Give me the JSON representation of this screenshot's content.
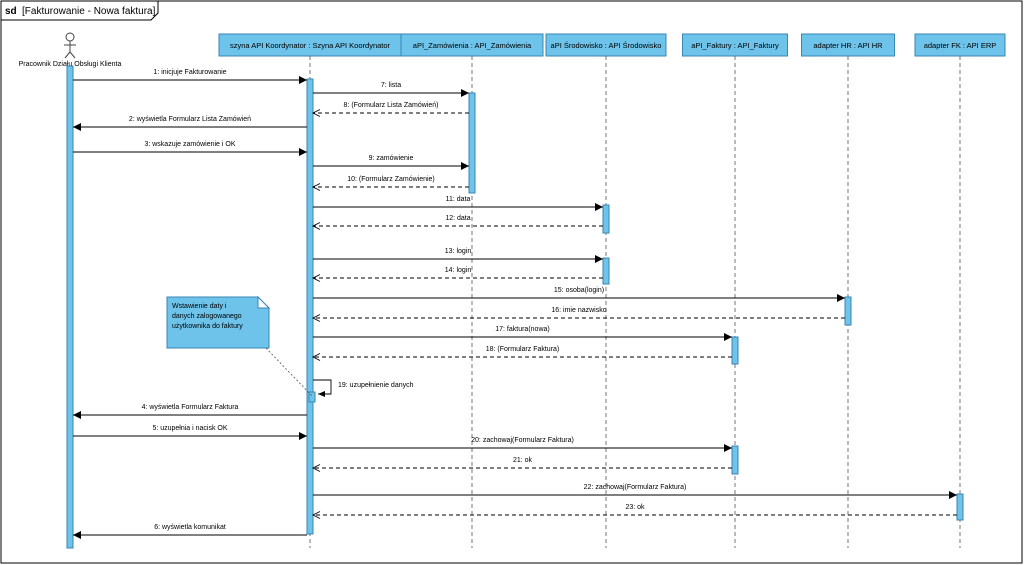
{
  "frame": {
    "keyword": "sd",
    "title": "[Fakturowanie - Nowa faktura]"
  },
  "actor": {
    "label": "Pracownik Działu Obsługi Klienta",
    "icon": "stick-figure-icon"
  },
  "participants": [
    "szyna API Koordynator : Szyna API Koordynator",
    "aPI_Zamówienia : API_Zamówienia",
    "aPI Środowisko : API Środowisko",
    "aPI_Faktury : API_Faktury",
    "adapter HR : API HR",
    "adapter FK : API ERP"
  ],
  "messages": [
    {
      "label": "1: inicjuje Fakturowanie",
      "from": "actor",
      "to": 1,
      "kind": "call"
    },
    {
      "label": "7: lista",
      "from": 1,
      "to": 2,
      "kind": "call"
    },
    {
      "label": "8: (Formularz Lista Zamówień)",
      "from": 2,
      "to": 1,
      "kind": "return"
    },
    {
      "label": "2: wyświetla Formularz Lista Zamówień",
      "from": 1,
      "to": "actor",
      "kind": "call"
    },
    {
      "label": "3: wskazuje zamówienie i OK",
      "from": "actor",
      "to": 1,
      "kind": "call"
    },
    {
      "label": "9: zamówienie",
      "from": 1,
      "to": 2,
      "kind": "call"
    },
    {
      "label": "10: (Formularz Zamówienie)",
      "from": 2,
      "to": 1,
      "kind": "return"
    },
    {
      "label": "11: data",
      "from": 1,
      "to": 3,
      "kind": "call"
    },
    {
      "label": "12: data",
      "from": 3,
      "to": 1,
      "kind": "return"
    },
    {
      "label": "13: login",
      "from": 1,
      "to": 3,
      "kind": "call"
    },
    {
      "label": "14: login",
      "from": 3,
      "to": 1,
      "kind": "return"
    },
    {
      "label": "15: osoba(login)",
      "from": 1,
      "to": 5,
      "kind": "call"
    },
    {
      "label": "16: imie nazwisko",
      "from": 5,
      "to": 1,
      "kind": "return"
    },
    {
      "label": "17: faktura(nowa)",
      "from": 1,
      "to": 4,
      "kind": "call"
    },
    {
      "label": "18: (Formularz Faktura)",
      "from": 4,
      "to": 1,
      "kind": "return"
    },
    {
      "label": "19: uzupełnienie danych",
      "from": 1,
      "to": 1,
      "kind": "self"
    },
    {
      "label": "4: wyświetla Formularz Faktura",
      "from": 1,
      "to": "actor",
      "kind": "call"
    },
    {
      "label": "5: uzupełnia i nacisk OK",
      "from": "actor",
      "to": 1,
      "kind": "call"
    },
    {
      "label": "20: zachowaj(Formularz Faktura)",
      "from": 1,
      "to": 4,
      "kind": "call"
    },
    {
      "label": "21: ok",
      "from": 4,
      "to": 1,
      "kind": "return"
    },
    {
      "label": "22: zachowaj(Formularz Faktura)",
      "from": 1,
      "to": 6,
      "kind": "call"
    },
    {
      "label": "23: ok",
      "from": 6,
      "to": 1,
      "kind": "return"
    },
    {
      "label": "6: wyświetla komunikat",
      "from": 1,
      "to": "actor",
      "kind": "call"
    }
  ],
  "note": {
    "lines": [
      "Wstawienie daty i",
      "danych zalogowanego",
      "użytkownika do faktury"
    ]
  },
  "colors": {
    "element_fill": "#6dc3ea",
    "element_border": "#3a86b5"
  }
}
